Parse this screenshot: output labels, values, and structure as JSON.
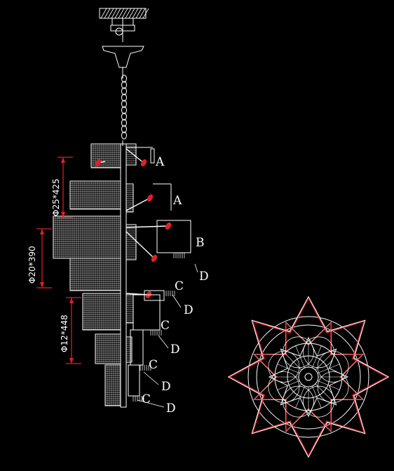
{
  "colors": {
    "background": "#000000",
    "line": "#ffffff",
    "accent": "#e0202a"
  },
  "front_view": {
    "dimensions": [
      {
        "text": "Φ25*425"
      },
      {
        "text": "Φ20*390"
      },
      {
        "text": "Φ12*448"
      }
    ],
    "labels": [
      "A",
      "A",
      "B",
      "D",
      "C",
      "D",
      "C",
      "D",
      "C",
      "D",
      "C",
      "D"
    ]
  },
  "plan_view": {}
}
